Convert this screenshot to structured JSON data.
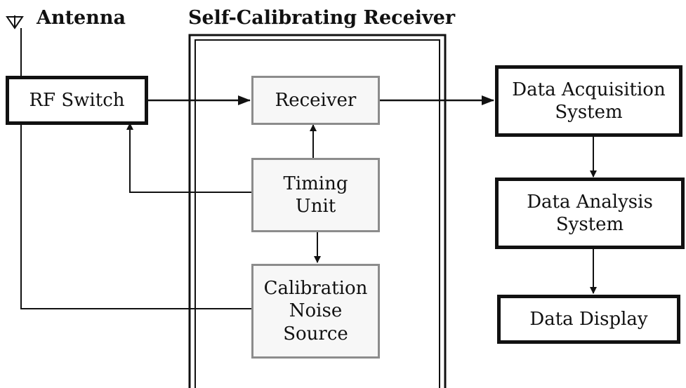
{
  "antenna": {
    "label": "Antenna",
    "icon": "antenna-icon"
  },
  "receiver_group": {
    "title": "Self-Calibrating Receiver"
  },
  "blocks": {
    "rf_switch": [
      "RF Switch"
    ],
    "receiver": [
      "Receiver"
    ],
    "timing_unit": [
      "Timing",
      "Unit"
    ],
    "calibration": [
      "Calibration",
      "Noise",
      "Source"
    ],
    "data_acquisition": [
      "Data Acquisition",
      "System"
    ],
    "data_analysis": [
      "Data Analysis",
      "System"
    ],
    "data_display": [
      "Data Display"
    ]
  },
  "colors": {
    "line": "#111111",
    "inner_border": "#8c8c8c",
    "inner_fill": "#f7f7f7"
  }
}
